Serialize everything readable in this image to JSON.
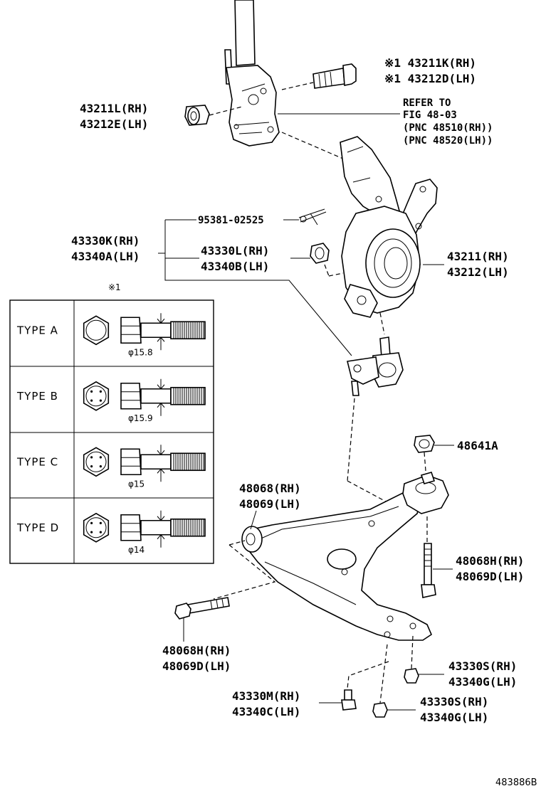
{
  "labels": {
    "bolt_upper_rh": "※1 43211K(RH)",
    "bolt_upper_lh": "※1 43212D(LH)",
    "nut_strut_rh": "43211L(RH)",
    "nut_strut_lh": "43212E(LH)",
    "refer_1": "REFER TO",
    "refer_2": "FIG 48-03",
    "refer_3": "(PNC 48510(RH))",
    "refer_4": "(PNC 48520(LH))",
    "pin": "95381-02525",
    "joint_rh": "43330K(RH)",
    "joint_lh": "43340A(LH)",
    "nut_joint_rh": "43330L(RH)",
    "nut_joint_lh": "43340B(LH)",
    "knuckle_rh": "43211(RH)",
    "knuckle_lh": "43212(LH)",
    "note_mark": "※1",
    "nut_48641": "48641A",
    "arm_rh": "48068(RH)",
    "arm_lh": "48069(LH)",
    "bolt_vert_rh": "48068H(RH)",
    "bolt_vert_lh": "48069D(LH)",
    "bolt_front_rh": "48068H(RH)",
    "bolt_front_lh": "48069D(LH)",
    "nut_rear1_rh": "43330S(RH)",
    "nut_rear1_lh": "43340G(LH)",
    "bolt_bottom_rh": "43330M(RH)",
    "bolt_bottom_lh": "43340C(LH)",
    "nut_rear2_rh": "43330S(RH)",
    "nut_rear2_lh": "43340G(LH)",
    "figure_id": "483886B"
  },
  "types": [
    {
      "label": "TYPE  A",
      "diameter": "φ15.8"
    },
    {
      "label": "TYPE  B",
      "diameter": "φ15.9"
    },
    {
      "label": "TYPE  C",
      "diameter": "φ15"
    },
    {
      "label": "TYPE  D",
      "diameter": "φ14"
    }
  ]
}
